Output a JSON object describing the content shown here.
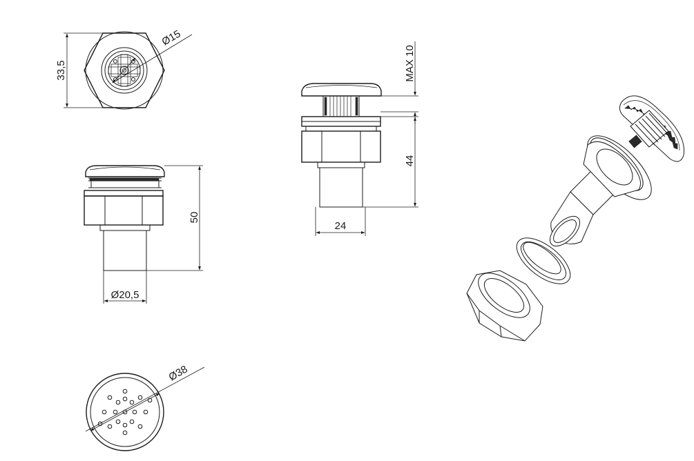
{
  "drawing": {
    "dimensions": {
      "hex_across_flats": "33,5",
      "insert_diameter": "Ø15",
      "total_height": "50",
      "body_diameter": "Ø20,5",
      "cap_diameter": "Ø38",
      "max_thickness": "MAX 10",
      "side_height": "44",
      "side_width": "24"
    }
  }
}
